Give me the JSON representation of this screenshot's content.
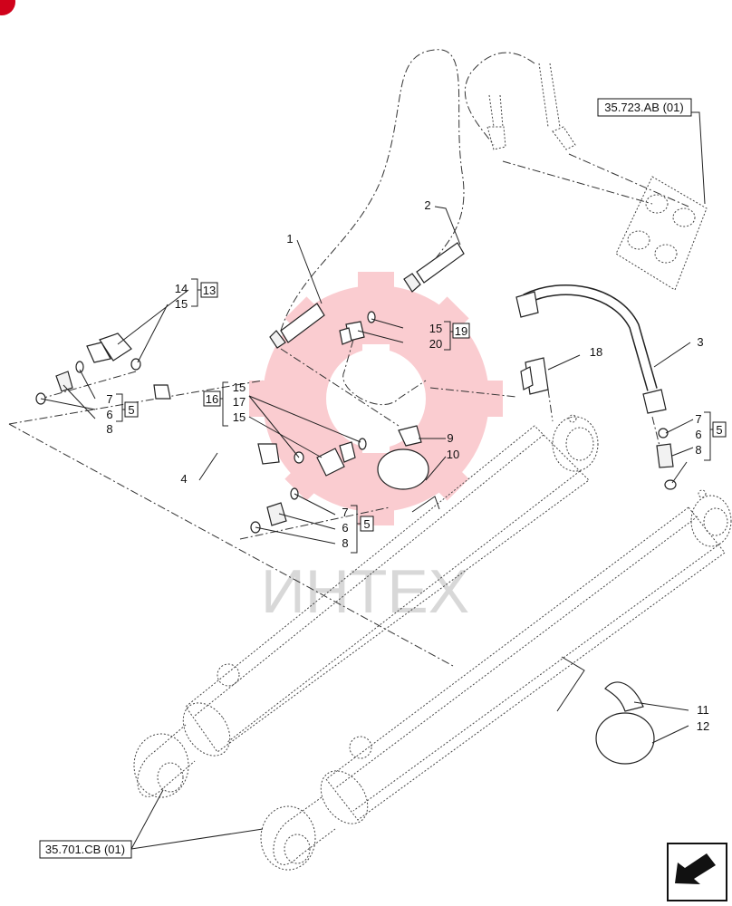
{
  "watermark": {
    "text": "ИНТЕХ",
    "color": "#f04a5a"
  },
  "corner_badge": {
    "color": "#d0021b"
  },
  "references": {
    "top_right": "35.723.AB (01)",
    "bottom_left": "35.701.CB (01)"
  },
  "callouts": {
    "c1": "1",
    "c2": "2",
    "c3": "3",
    "c4": "4",
    "c5a": "5",
    "c5b": "5",
    "c5c": "5",
    "c6a": "6",
    "c6b": "6",
    "c6c": "6",
    "c7a": "7",
    "c7b": "7",
    "c7c": "7",
    "c8a": "8",
    "c8b": "8",
    "c8c": "8",
    "c9": "9",
    "c10": "10",
    "c11": "11",
    "c12": "12",
    "c13": "13",
    "c14": "14",
    "c15a": "15",
    "c15b": "15",
    "c15c": "15",
    "c15d": "15",
    "c16": "16",
    "c17": "17",
    "c18": "18",
    "c19": "19",
    "c20": "20"
  },
  "nav_icon": "exit-arrow-icon"
}
